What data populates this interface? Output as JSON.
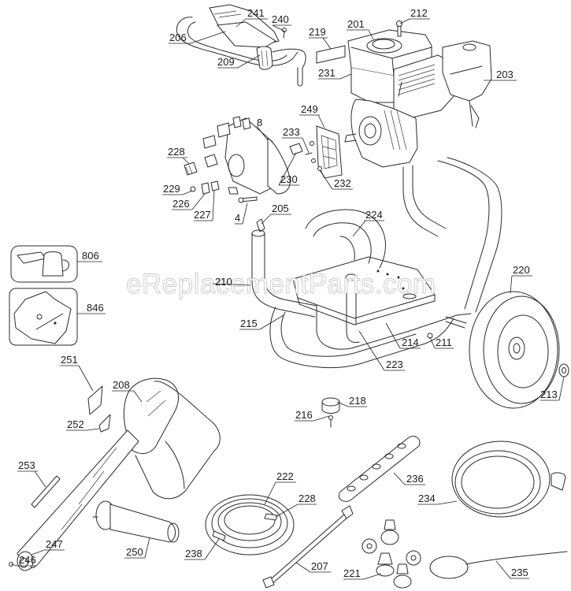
{
  "diagram": {
    "type": "exploded-parts-diagram",
    "watermark": "eReplacementParts.com",
    "colors": {
      "line": "#2a2a2a",
      "background": "#ffffff",
      "watermark_outline": "#c8c8c8"
    },
    "callouts": [
      {
        "id": "4",
        "label": "4"
      },
      {
        "id": "8",
        "label": "8"
      },
      {
        "id": "201",
        "label": "201"
      },
      {
        "id": "203",
        "label": "203"
      },
      {
        "id": "205",
        "label": "205"
      },
      {
        "id": "206",
        "label": "206"
      },
      {
        "id": "207",
        "label": "207"
      },
      {
        "id": "208",
        "label": "208"
      },
      {
        "id": "209",
        "label": "209"
      },
      {
        "id": "210",
        "label": "210"
      },
      {
        "id": "211",
        "label": "211"
      },
      {
        "id": "212",
        "label": "212"
      },
      {
        "id": "213",
        "label": "213"
      },
      {
        "id": "214",
        "label": "214"
      },
      {
        "id": "215",
        "label": "215"
      },
      {
        "id": "216",
        "label": "216"
      },
      {
        "id": "218",
        "label": "218"
      },
      {
        "id": "219",
        "label": "219"
      },
      {
        "id": "220",
        "label": "220"
      },
      {
        "id": "221",
        "label": "221"
      },
      {
        "id": "222",
        "label": "222"
      },
      {
        "id": "223",
        "label": "223"
      },
      {
        "id": "224",
        "label": "224"
      },
      {
        "id": "226",
        "label": "226"
      },
      {
        "id": "227",
        "label": "227"
      },
      {
        "id": "228a",
        "label": "228"
      },
      {
        "id": "228b",
        "label": "228"
      },
      {
        "id": "229",
        "label": "229"
      },
      {
        "id": "230",
        "label": "230"
      },
      {
        "id": "231",
        "label": "231"
      },
      {
        "id": "232",
        "label": "232"
      },
      {
        "id": "233",
        "label": "233"
      },
      {
        "id": "234",
        "label": "234"
      },
      {
        "id": "235",
        "label": "235"
      },
      {
        "id": "236",
        "label": "236"
      },
      {
        "id": "238",
        "label": "238"
      },
      {
        "id": "240",
        "label": "240"
      },
      {
        "id": "241",
        "label": "241"
      },
      {
        "id": "246",
        "label": "246"
      },
      {
        "id": "247",
        "label": "247"
      },
      {
        "id": "249",
        "label": "249"
      },
      {
        "id": "250",
        "label": "250"
      },
      {
        "id": "251",
        "label": "251"
      },
      {
        "id": "252",
        "label": "252"
      },
      {
        "id": "253",
        "label": "253"
      },
      {
        "id": "806",
        "label": "806"
      },
      {
        "id": "846",
        "label": "846"
      }
    ],
    "components": {
      "engine": "engine-assembly",
      "pump": "pump-assembly",
      "frame": "cart-frame",
      "wheels": "wheel",
      "spray_gun": "spray-gun-and-wand",
      "hose": "high-pressure-hose",
      "nozzles": "quick-connect-nozzles",
      "oil": "oil-bottle",
      "kit": "hardware-kit"
    }
  }
}
